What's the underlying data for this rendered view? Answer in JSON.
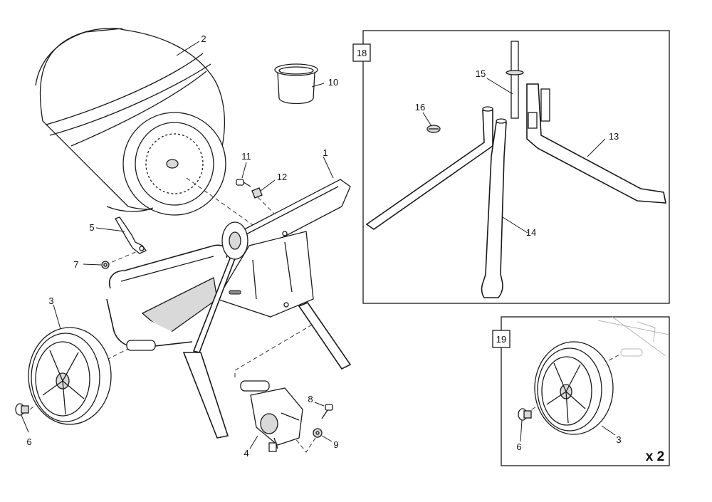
{
  "callouts": {
    "c1": "1",
    "c2": "2",
    "c3": "3",
    "c4": "4",
    "c5": "5",
    "c6": "6",
    "c7": "7",
    "c8": "8",
    "c9": "9",
    "c10": "10",
    "c11": "11",
    "c12": "12",
    "c13": "13",
    "c14": "14",
    "c15": "15",
    "c16": "16",
    "c3b": "3",
    "c6b": "6"
  },
  "boxes": {
    "stand_kit": {
      "label": "18"
    },
    "wheel_kit": {
      "label": "19",
      "multiplier": "x 2"
    }
  }
}
